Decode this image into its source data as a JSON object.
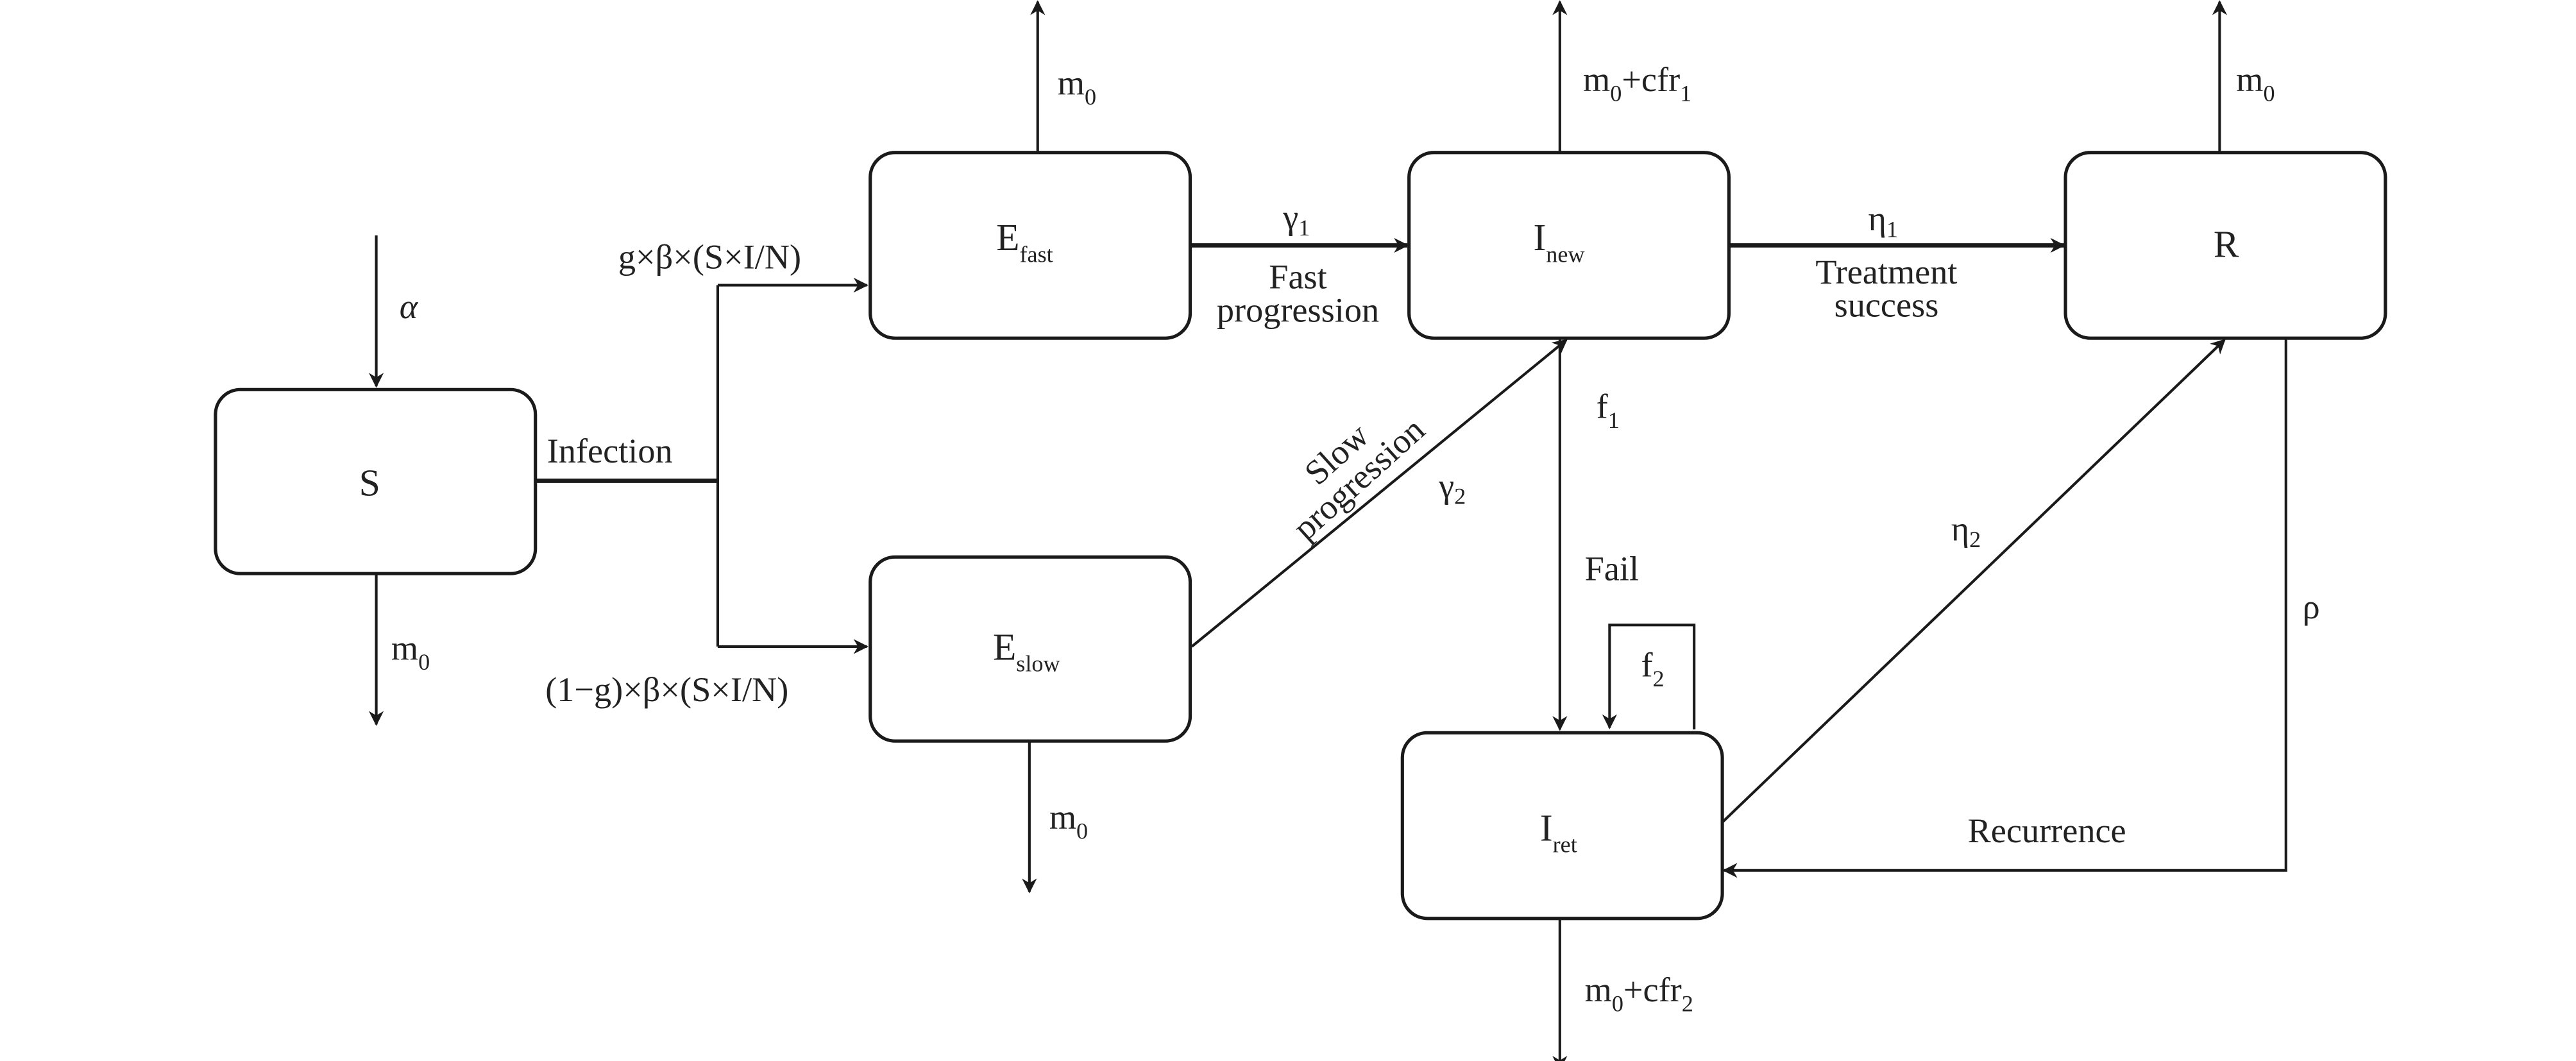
{
  "nodes": {
    "S": {
      "main": "S",
      "sub": ""
    },
    "E_fast": {
      "main": "E",
      "sub": "fast"
    },
    "E_slow": {
      "main": "E",
      "sub": "slow"
    },
    "I_new": {
      "main": "I",
      "sub": "new"
    },
    "I_ret": {
      "main": "I",
      "sub": "ret"
    },
    "R": {
      "main": "R",
      "sub": ""
    }
  },
  "labels": {
    "alpha": "α",
    "s_mortality": {
      "main": "m",
      "sub": "0"
    },
    "infection": "Infection",
    "fast_infection": "g×β×(S×I/N)",
    "slow_infection": "(1−g)×β×(S×I/N)",
    "efast_mortality": {
      "main": "m",
      "sub": "0"
    },
    "eslow_mortality": {
      "main": "m",
      "sub": "0"
    },
    "gamma1": {
      "main": "γ",
      "sub": "1"
    },
    "fast_progression_1": "Fast",
    "fast_progression_2": "progression",
    "slow_progression_1": "Slow",
    "slow_progression_2": "progression",
    "gamma2": {
      "main": "γ",
      "sub": "2"
    },
    "inew_mortality": {
      "main": "m",
      "sub": "0",
      "mid": "+cfr",
      "sub2": "1"
    },
    "iret_mortality": {
      "main": "m",
      "sub": "0",
      "mid": "+cfr",
      "sub2": "2"
    },
    "eta1": {
      "main": "η",
      "sub": "1"
    },
    "treatment_success_1": "Treatment",
    "treatment_success_2": "success",
    "r_mortality": {
      "main": "m",
      "sub": "0"
    },
    "f1": {
      "main": "f",
      "sub": "1"
    },
    "fail": "Fail",
    "f2": {
      "main": "f",
      "sub": "2"
    },
    "eta2": {
      "main": "η",
      "sub": "2"
    },
    "rho": "ρ",
    "recurrence": "Recurrence"
  }
}
